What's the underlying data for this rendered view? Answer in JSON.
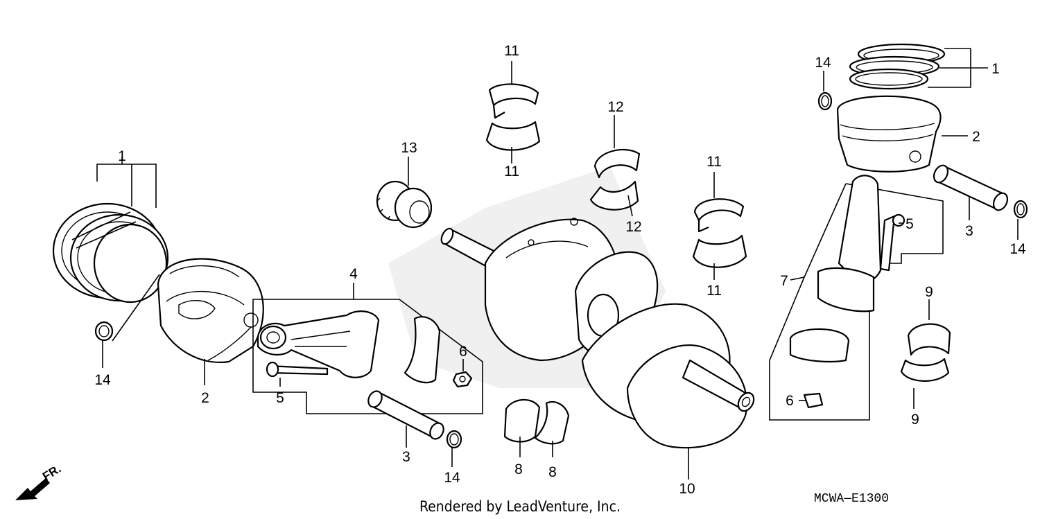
{
  "diagram": {
    "credit": "Rendered by LeadVenture, Inc.",
    "code": "MCWA—E1300",
    "direction_label": "FR.",
    "callouts": {
      "ring_left": "1",
      "ring_right": "1",
      "piston_left": "2",
      "piston_right": "2",
      "pin_left": "3",
      "pin_right": "3",
      "conrod_assy_left": "4",
      "bolt_left": "5",
      "bolt_right": "5",
      "nut_left": "6",
      "nut_right": "6",
      "conrod_assy_right": "7",
      "bearing8_a": "8",
      "bearing8_b": "8",
      "bearing9_top": "9",
      "bearing9_bottom": "9",
      "crankshaft": "10",
      "bearing11_a_top": "11",
      "bearing11_a_bottom": "11",
      "bearing11_b_top": "11",
      "bearing11_b_bottom": "11",
      "bearing12_top": "12",
      "bearing12_bottom": "12",
      "gear": "13",
      "clip_left": "14",
      "clip_bottom": "14",
      "clip_top_right": "14",
      "clip_right": "14"
    }
  }
}
